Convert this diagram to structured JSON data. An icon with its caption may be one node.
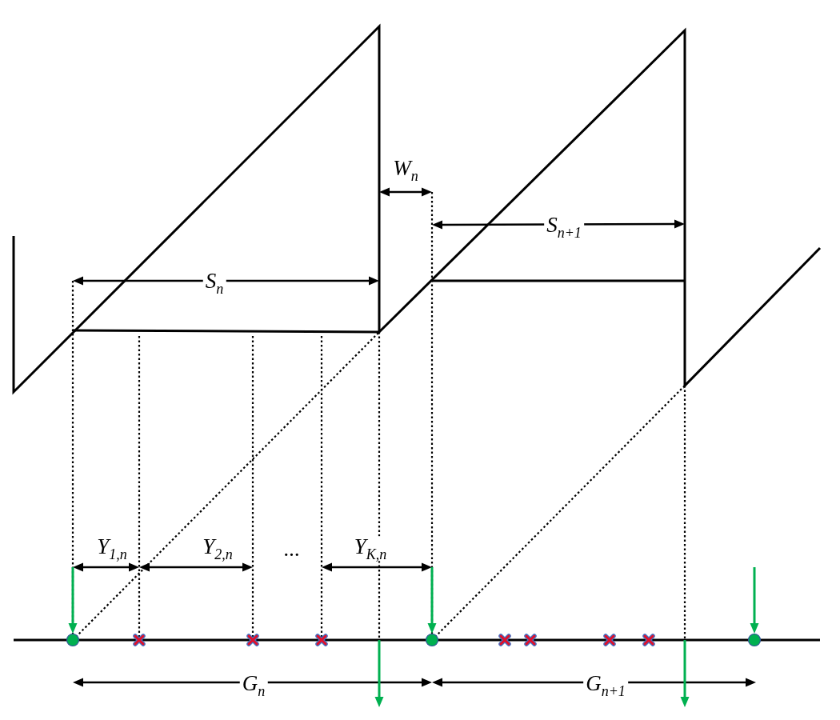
{
  "diagram": {
    "labels": [
      "S$_{n}$",
      "W$_{n}$",
      "S$_{n+1}$",
      "Y$_{1,n}$",
      "Y$_{2,n}$",
      "...",
      "Y$_{K,n}$",
      "G$_{n}$",
      "G$_{n+1}$"
    ]
  }
}
